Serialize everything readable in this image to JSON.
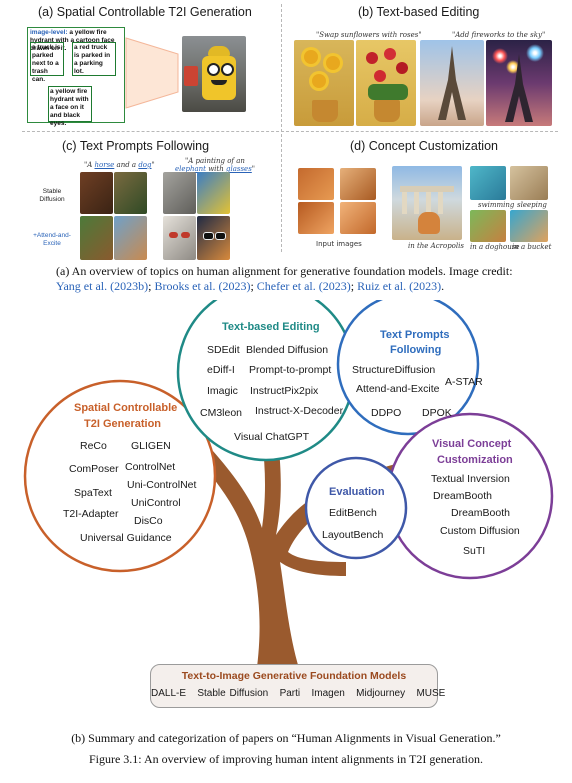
{
  "panels": {
    "a_title": "(a) Spatial Controllable T2I Generation",
    "b_title": "(b) Text-based Editing",
    "c_title": "(c) Text Prompts Following",
    "d_title": "(d) Concept Customization"
  },
  "panel_a": {
    "box1": "image-level: a yellow fire hydrant with a cartoon face drawn on it.",
    "box1_tag": "image-level:",
    "box1_rest": "a yellow fire hydrant with a cartoon face drawn on it.",
    "box2": "a truck is parked next to a trash can.",
    "box3": "a red truck is parked in a parking lot.",
    "box4": "a yellow fire hydrant with a face on it and black eyes."
  },
  "panel_b": {
    "prompt1": "\"Swap sunflowers with roses\"",
    "prompt2": "\"Add fireworks to the sky\""
  },
  "panel_c": {
    "prompt1_pre": "\"A ",
    "prompt1_horse": "horse",
    "prompt1_mid": " and a ",
    "prompt1_dog": "dog",
    "prompt1_post": "\"",
    "prompt2_line1": "\"A painting of an",
    "prompt2_elephant": "elephant",
    "prompt2_mid": " with ",
    "prompt2_glasses": "glasses",
    "prompt2_post": "\"",
    "row1_label": "Stable Diffusion",
    "row2_label": "+Attend-and-Excite"
  },
  "panel_d": {
    "input_label": "Input images",
    "cap_acropolis": "in the Acropolis",
    "cap_swimming": "swimming",
    "cap_sleeping": "sleeping",
    "cap_doghouse": "in a doghouse",
    "cap_bucket": "in a bucket"
  },
  "caption_a": {
    "text": "(a) An overview of topics on human alignment for generative foundation models. Image credit: ",
    "ref1": "Yang et al. (2023b)",
    "sep1": "; ",
    "ref2": "Brooks et al. (2023)",
    "sep2": "; ",
    "ref3": "Chefer et al. (2023)",
    "sep3": "; ",
    "ref4": "Ruiz et al. (2023)",
    "end": "."
  },
  "tree": {
    "spatial": {
      "title1": "Spatial Controllable",
      "title2": "T2I Generation",
      "color": "#c8602a",
      "items": [
        "ReCo",
        "GLIGEN",
        "ComPoser",
        "ControlNet",
        "SpaText",
        "Uni-ControlNet",
        "UniControl",
        "T2I-Adapter",
        "DisCo",
        "Universal Guidance"
      ]
    },
    "editing": {
      "title": "Text-based Editing",
      "color": "#1f8a86",
      "items": [
        "SDEdit",
        "Blended Diffusion",
        "eDiff-I",
        "Prompt-to-prompt",
        "Imagic",
        "InstructPix2pix",
        "CM3leon",
        "Instruct-X-Decoder",
        "Visual ChatGPT"
      ]
    },
    "prompts": {
      "title1": "Text Prompts",
      "title2": "Following",
      "color": "#2f6dbd",
      "items": [
        "StructureDiffusion",
        "Attend-and-Excite",
        "A-STAR",
        "DDPO",
        "DPOK"
      ]
    },
    "concept": {
      "title1": "Visual Concept",
      "title2": "Customization",
      "color": "#7c3e97",
      "items": [
        "Textual Inversion",
        "DreamBooth",
        "DreamBooth",
        "Custom Diffusion",
        "SuTI"
      ]
    },
    "evaluation": {
      "title": "Evaluation",
      "color": "#3f58a8",
      "items": [
        "EditBench",
        "LayoutBench"
      ]
    },
    "foundation": {
      "title": "Text-to-Image Generative Foundation Models",
      "color": "#9b4a1f",
      "items": [
        "DALL-E",
        "Stable Diffusion",
        "Parti",
        "Imagen",
        "Midjourney",
        "MUSE"
      ]
    },
    "trunk_color": "#9a5a2e"
  },
  "caption_b": "(b) Summary and categorization of papers on “Human Alignments in Visual Generation.”",
  "figure_caption": "Figure 3.1: An overview of improving human intent alignments in T2I generation."
}
